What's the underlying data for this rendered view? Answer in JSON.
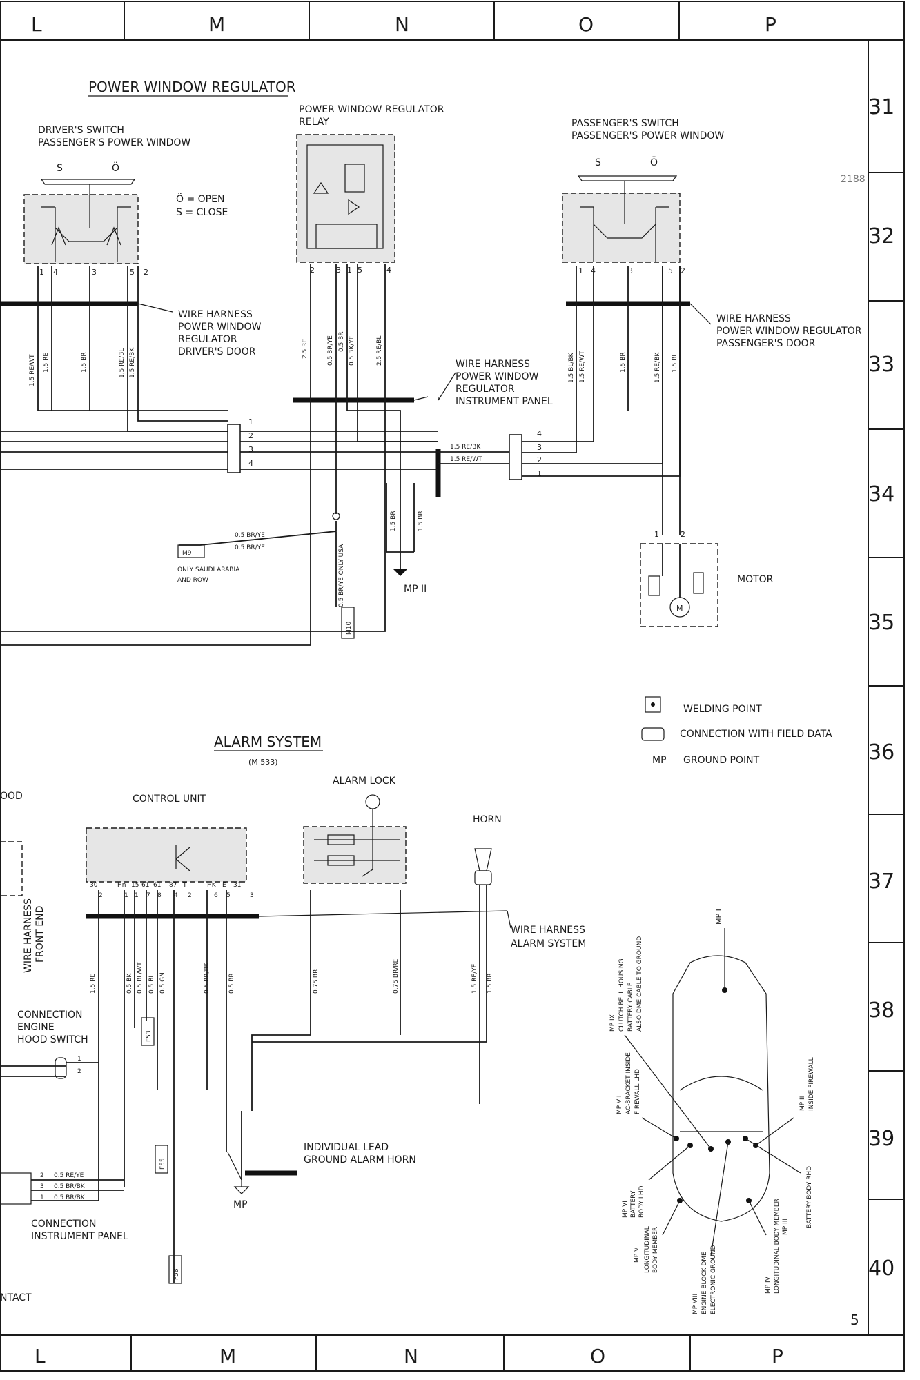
{
  "columns": [
    "L",
    "M",
    "N",
    "O",
    "P"
  ],
  "rows": [
    "31",
    "32",
    "33",
    "34",
    "35",
    "36",
    "37",
    "38",
    "39",
    "40"
  ],
  "page_number": "5",
  "stamp": "2188",
  "power_window": {
    "title": "POWER WINDOW REGULATOR",
    "driver_switch": [
      "DRIVER'S SWITCH",
      "PASSENGER'S POWER WINDOW"
    ],
    "relay": [
      "POWER WINDOW REGULATOR",
      "RELAY"
    ],
    "passenger_switch": [
      "PASSENGER'S SWITCH",
      "PASSENGER'S POWER WINDOW"
    ],
    "switch_marks": [
      "S",
      "Ö"
    ],
    "legend_open": "Ö = OPEN",
    "legend_close": "S = CLOSE",
    "driver_pins": [
      "1",
      "4",
      "3",
      "5",
      "2"
    ],
    "relay_pins": [
      "2",
      "3",
      "1",
      "5",
      "4"
    ],
    "passenger_pins": [
      "1",
      "4",
      "3",
      "5",
      "2"
    ],
    "harness_driver": [
      "WIRE HARNESS",
      "POWER WINDOW",
      "REGULATOR",
      "DRIVER'S DOOR"
    ],
    "harness_passenger": [
      "WIRE HARNESS",
      "POWER WINDOW REGULATOR",
      "PASSENGER'S DOOR"
    ],
    "harness_instrument": [
      "WIRE HARNESS",
      "POWER WINDOW",
      "REGULATOR",
      "INSTRUMENT PANEL"
    ],
    "driver_wires": [
      "1.5 RE/WT",
      "1.5 RE",
      "1.5 BR",
      "1.5 RE/BL",
      "1.5 RE/BK"
    ],
    "relay_wires": [
      "2.5 RE",
      "0.5 BR/YE",
      "0.5 BR",
      "0.5 BK/YE",
      "2.5 RE/BL"
    ],
    "passenger_wires": [
      "1.5 BL/BK",
      "1.5 RE/WT",
      "1.5 BR",
      "1.5 RE/BK",
      "1.5 BL"
    ],
    "left_connector_pins": [
      "1",
      "2",
      "3",
      "4"
    ],
    "right_connector_pins": [
      "4",
      "3",
      "2",
      "1"
    ],
    "middle_wires": [
      "1.5 RE/BK",
      "1.5 RE/WT"
    ],
    "ground_wires": [
      "1.5 BR",
      "1.5 BR"
    ],
    "ground_label": "MP II",
    "m9_wires": [
      "0.5 BR/YE",
      "0.5 BR/YE"
    ],
    "m9_label": "M9",
    "m9_note": [
      "ONLY SAUDI ARABIA",
      "AND ROW"
    ],
    "m10_wire": "0.5 BR/YE ONLY USA",
    "m10_label": "M10",
    "motor_pins": [
      "1",
      "2"
    ],
    "motor_label": "MOTOR",
    "motor_symbol": "M"
  },
  "legend": {
    "welding": "WELDING POINT",
    "connection": "CONNECTION WITH FIELD DATA",
    "mp_abbr": "MP",
    "ground": "GROUND POINT"
  },
  "alarm": {
    "title": "ALARM SYSTEM",
    "subtitle": "(M 533)",
    "control_unit": "CONTROL UNIT",
    "alarm_lock": "ALARM LOCK",
    "horn": "HORN",
    "cu_terms": [
      "30",
      "Hn",
      "15",
      "61",
      "61",
      "87",
      "T",
      "HK",
      "E",
      "31"
    ],
    "cu_pins": [
      "2",
      "1",
      "1",
      "7",
      "8",
      "4",
      "2",
      "6",
      "5",
      "3"
    ],
    "harness_front": [
      "WIRE HARNESS",
      "FRONT END"
    ],
    "harness_alarm": [
      "WIRE HARNESS",
      "ALARM SYSTEM"
    ],
    "wires": [
      "1.5 RE",
      "0.5 BK",
      "0.5 BL/WT",
      "0.5 BL",
      "0.5 GN",
      "0.5 BR/BK",
      "0.5 BR",
      "0.75 BR",
      "0.75 BR/RE",
      "1.5 RE/YE",
      "1.5 BR"
    ],
    "engine_hood": [
      "CONNECTION",
      "ENGINE",
      "HOOD SWITCH"
    ],
    "hood_pins": [
      "1",
      "2"
    ],
    "fuses": [
      "F53",
      "F55",
      "F58"
    ],
    "individual_lead": [
      "INDIVIDUAL LEAD",
      "GROUND ALARM HORN"
    ],
    "mp_label": "MP",
    "ip_pins": [
      "2",
      "3",
      "1"
    ],
    "ip_wires": [
      "0.5 RE/YE",
      "0.5 BR/BK",
      "0.5 BR/BK"
    ],
    "connection_ip": [
      "CONNECTION",
      "INSTRUMENT PANEL"
    ],
    "partial_left_top": "OOD",
    "partial_left_bottom": "NTACT"
  },
  "ground_points": {
    "mp1": "MP I",
    "mp2": [
      "MP II",
      "INSIDE FIREWALL"
    ],
    "mp3": [
      "MP III",
      "BATTERY BODY RHD"
    ],
    "mp4": [
      "MP IV",
      "LONGITUDINAL BODY MEMBER"
    ],
    "mp5": [
      "MP V",
      "LONGITUDINAL",
      "BODY MEMBER"
    ],
    "mp6": [
      "MP VI",
      "BATTERY",
      "BODY LHD"
    ],
    "mp7": [
      "MP VII",
      "AC-BRACKET INSIDE",
      "FIREWALL LHD"
    ],
    "mp8": [
      "MP VIII",
      "ENGINE BLOCK DME",
      "ELECTRONIC GROUND"
    ],
    "mp9": [
      "MP IX",
      "CLUTCH BELL HOUSING",
      "BATTERY CABLE",
      "ALSO DME CABLE TO GROUND"
    ]
  }
}
